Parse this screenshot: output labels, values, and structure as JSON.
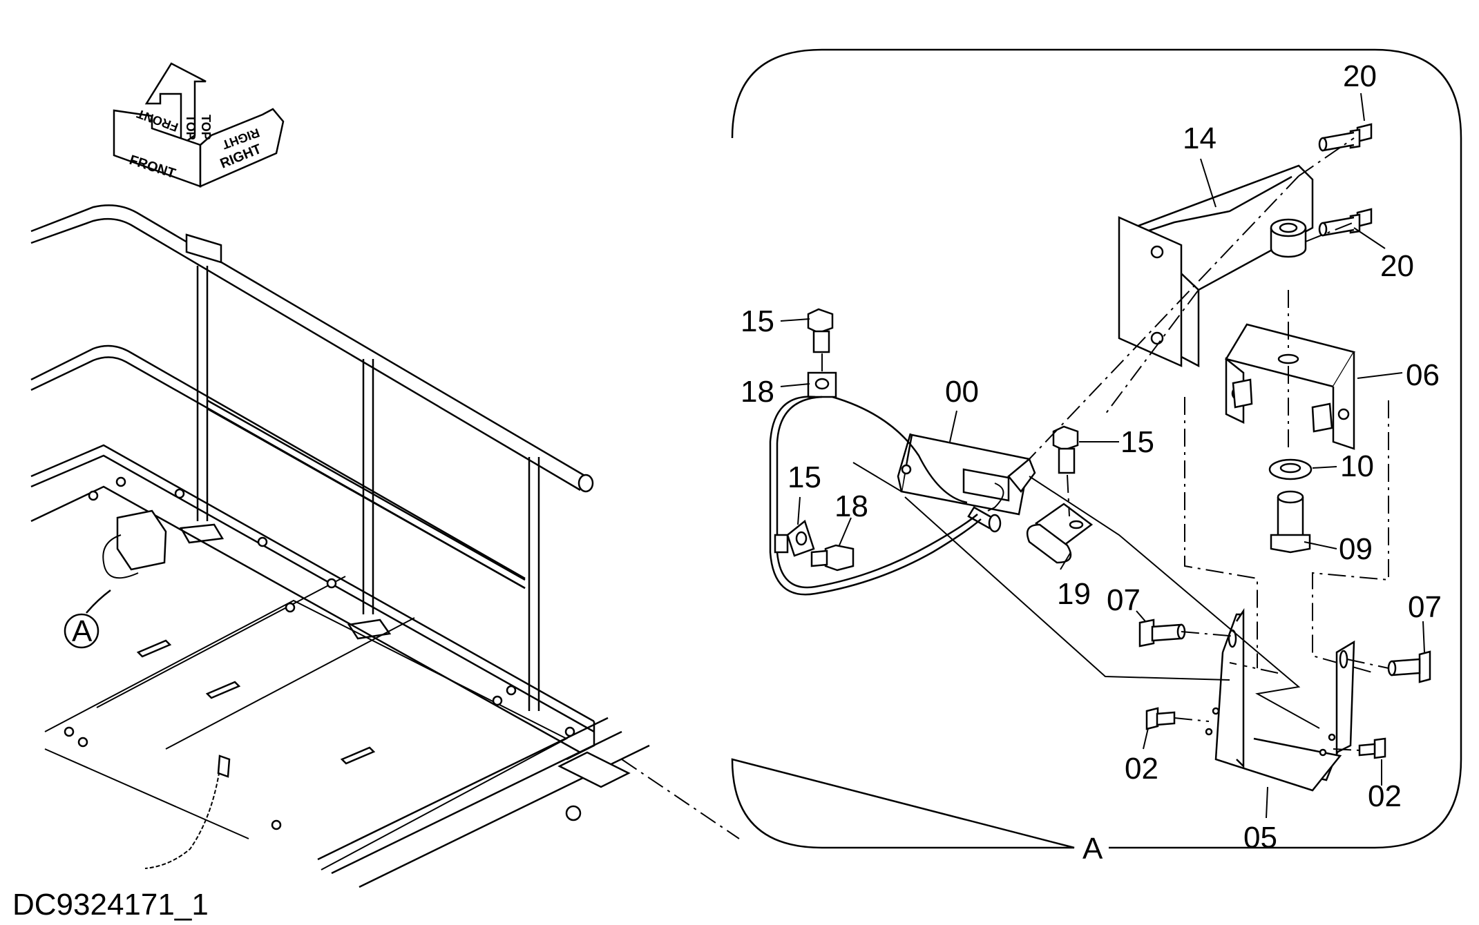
{
  "drawing_id": "DC9324171_1",
  "orientation_labels": {
    "front": "FRONT",
    "top": "TOP",
    "right": "RIGHT"
  },
  "detail_callout": "A",
  "detail_view_label": "A",
  "part_callouts": [
    "20",
    "14",
    "20",
    "15",
    "06",
    "18",
    "00",
    "15",
    "10",
    "15",
    "18",
    "09",
    "19",
    "07",
    "07",
    "02",
    "02",
    "05"
  ]
}
